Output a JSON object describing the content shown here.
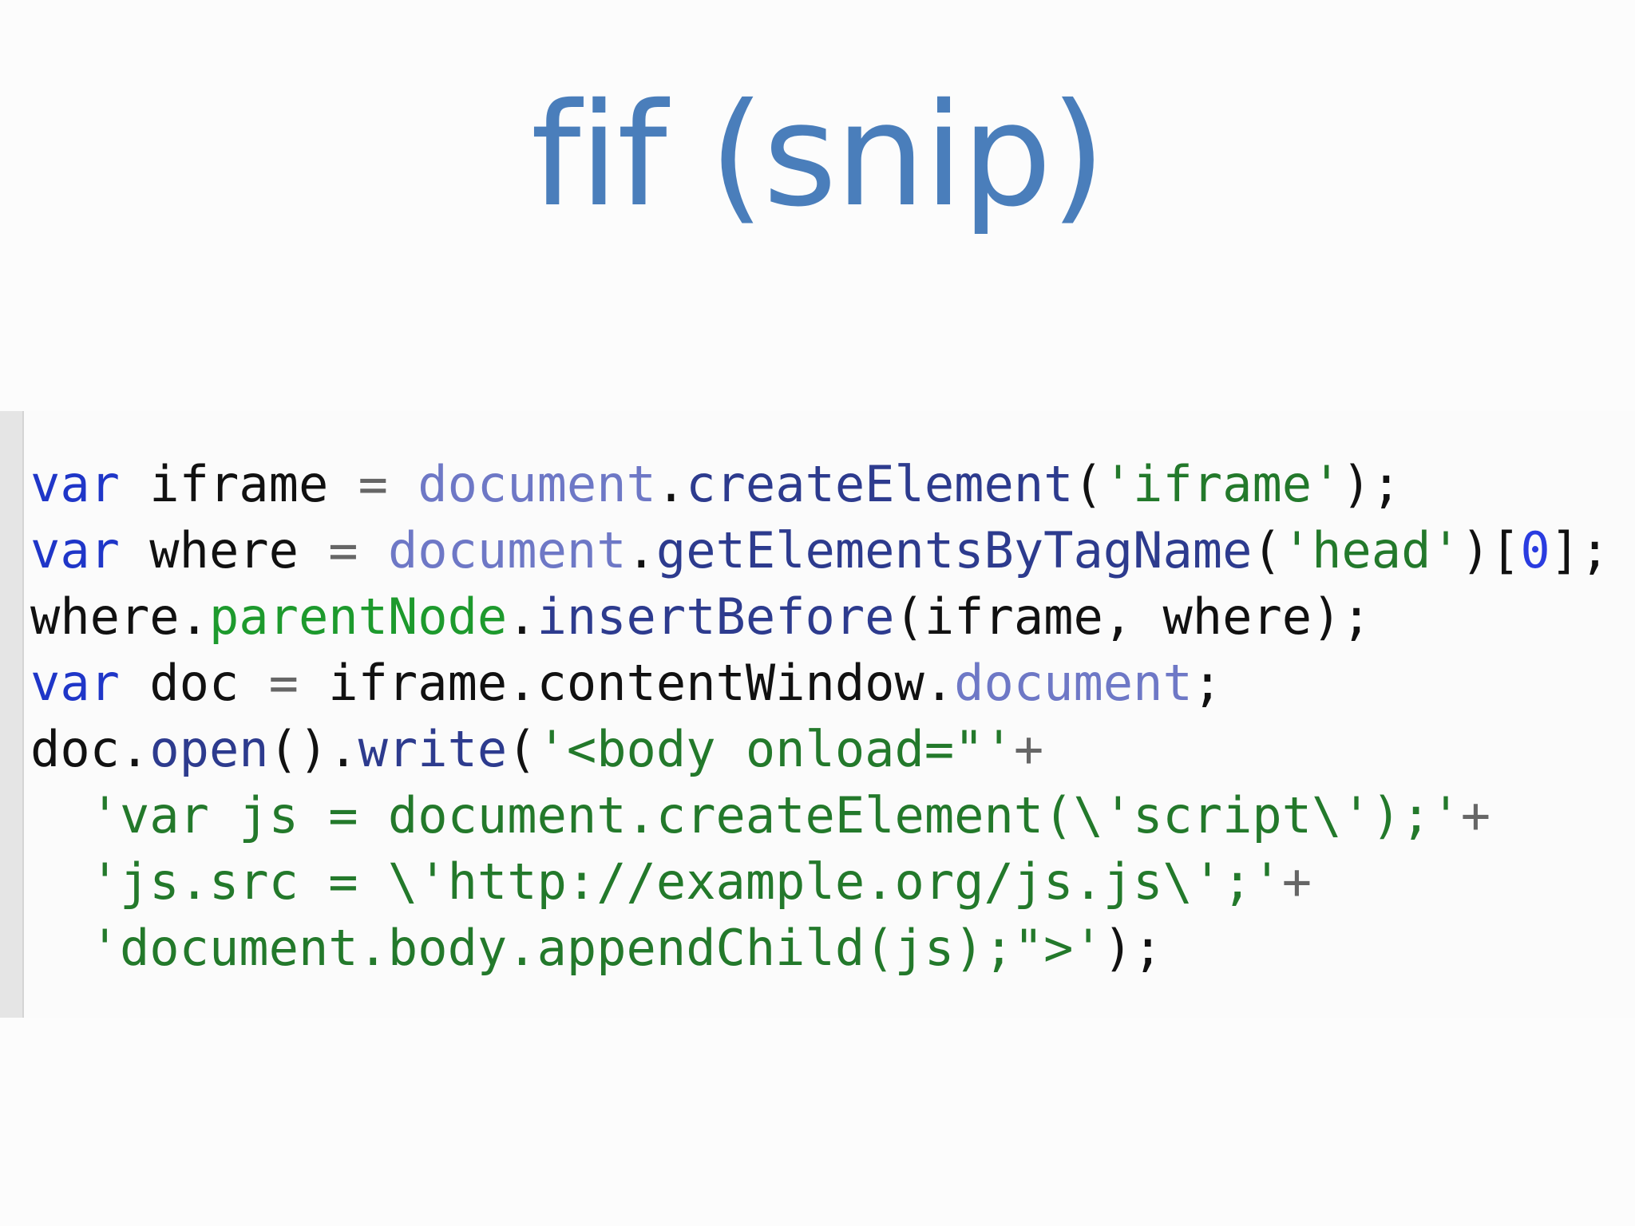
{
  "slide": {
    "title": "fif (snip)"
  },
  "code": {
    "lines": [
      {
        "tokens": [
          {
            "text": "var",
            "kind": "kw"
          },
          {
            "text": " iframe ",
            "kind": "plain"
          },
          {
            "text": "=",
            "kind": "op"
          },
          {
            "text": " ",
            "kind": "plain"
          },
          {
            "text": "document",
            "kind": "obj"
          },
          {
            "text": ".",
            "kind": "plain"
          },
          {
            "text": "createElement",
            "kind": "fn"
          },
          {
            "text": "(",
            "kind": "plain"
          },
          {
            "text": "'iframe'",
            "kind": "str"
          },
          {
            "text": ");",
            "kind": "plain"
          }
        ]
      },
      {
        "tokens": [
          {
            "text": "var",
            "kind": "kw"
          },
          {
            "text": " where ",
            "kind": "plain"
          },
          {
            "text": "=",
            "kind": "op"
          },
          {
            "text": " ",
            "kind": "plain"
          },
          {
            "text": "document",
            "kind": "obj"
          },
          {
            "text": ".",
            "kind": "plain"
          },
          {
            "text": "getElementsByTagName",
            "kind": "fn"
          },
          {
            "text": "(",
            "kind": "plain"
          },
          {
            "text": "'head'",
            "kind": "str"
          },
          {
            "text": ")[",
            "kind": "plain"
          },
          {
            "text": "0",
            "kind": "num"
          },
          {
            "text": "];",
            "kind": "plain"
          }
        ]
      },
      {
        "tokens": [
          {
            "text": "where.",
            "kind": "plain"
          },
          {
            "text": "parentNode",
            "kind": "prop"
          },
          {
            "text": ".",
            "kind": "plain"
          },
          {
            "text": "insertBefore",
            "kind": "fn"
          },
          {
            "text": "(iframe, where);",
            "kind": "plain"
          }
        ]
      },
      {
        "tokens": [
          {
            "text": "var",
            "kind": "kw"
          },
          {
            "text": " doc ",
            "kind": "plain"
          },
          {
            "text": "=",
            "kind": "op"
          },
          {
            "text": " iframe.contentWindow.",
            "kind": "plain"
          },
          {
            "text": "document",
            "kind": "obj"
          },
          {
            "text": ";",
            "kind": "plain"
          }
        ]
      },
      {
        "tokens": [
          {
            "text": "doc.",
            "kind": "plain"
          },
          {
            "text": "open",
            "kind": "fn"
          },
          {
            "text": "().",
            "kind": "plain"
          },
          {
            "text": "write",
            "kind": "fn"
          },
          {
            "text": "(",
            "kind": "plain"
          },
          {
            "text": "'<body onload=\"'",
            "kind": "str"
          },
          {
            "text": "+",
            "kind": "op"
          }
        ]
      },
      {
        "tokens": [
          {
            "text": "  ",
            "kind": "plain"
          },
          {
            "text": "'var js = document.createElement(\\'script\\');'",
            "kind": "str"
          },
          {
            "text": "+",
            "kind": "op"
          }
        ]
      },
      {
        "tokens": [
          {
            "text": "  ",
            "kind": "plain"
          },
          {
            "text": "'js.src = \\'http://example.org/js.js\\';'",
            "kind": "str"
          },
          {
            "text": "+",
            "kind": "op"
          }
        ]
      },
      {
        "tokens": [
          {
            "text": "  ",
            "kind": "plain"
          },
          {
            "text": "'document.body.appendChild(js);\">'",
            "kind": "str"
          },
          {
            "text": ");",
            "kind": "plain"
          }
        ]
      }
    ]
  }
}
